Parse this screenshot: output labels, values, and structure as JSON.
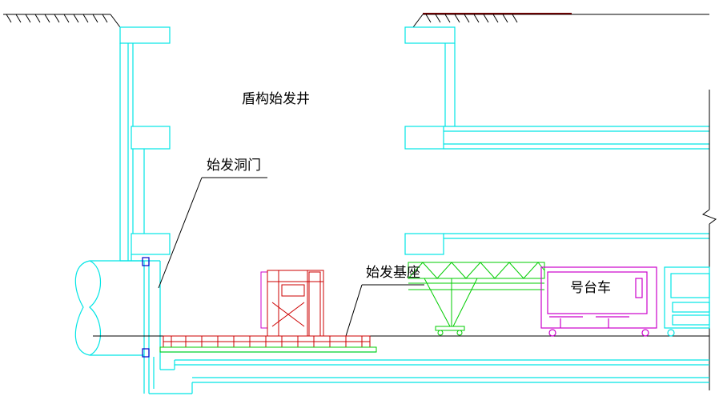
{
  "labels": {
    "shaft": "盾构始发井",
    "portal": "始发洞门",
    "base": "始发基座",
    "car": "号台车"
  },
  "colors": {
    "wall": "#00e5e5",
    "gantry": "#00cc00",
    "shield": "#cc0000",
    "backup": "#cc00cc",
    "ink": "#000000"
  }
}
